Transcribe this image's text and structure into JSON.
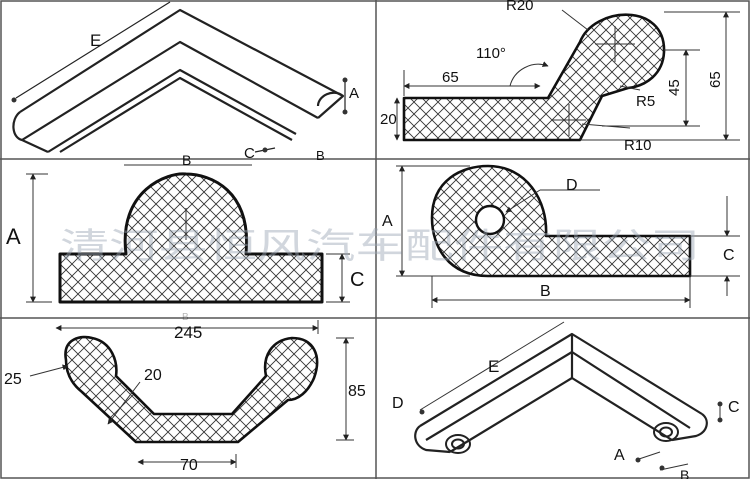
{
  "panels": {
    "p1": {
      "labels": {
        "e": "E",
        "a": "A",
        "c": "C",
        "b": "B"
      }
    },
    "p2": {
      "labels": {
        "r20": "R20",
        "angle": "110°",
        "len65": "65",
        "h45": "45",
        "h65": "65",
        "h20": "20",
        "r5": "R5",
        "r10": "R10"
      }
    },
    "p3": {
      "labels": {
        "a": "A",
        "c": "C",
        "b": "B"
      }
    },
    "p4": {
      "labels": {
        "d": "D",
        "a": "A",
        "c": "C",
        "b": "B"
      }
    },
    "p5": {
      "labels": {
        "w245": "245",
        "r25": "25",
        "t20": "20",
        "h85": "85",
        "w70": "70"
      }
    },
    "p6": {
      "labels": {
        "e": "E",
        "d": "D",
        "c": "C",
        "a": "A",
        "b": "B"
      }
    }
  },
  "watermark": "清河县恒风汽车配件有限公司"
}
